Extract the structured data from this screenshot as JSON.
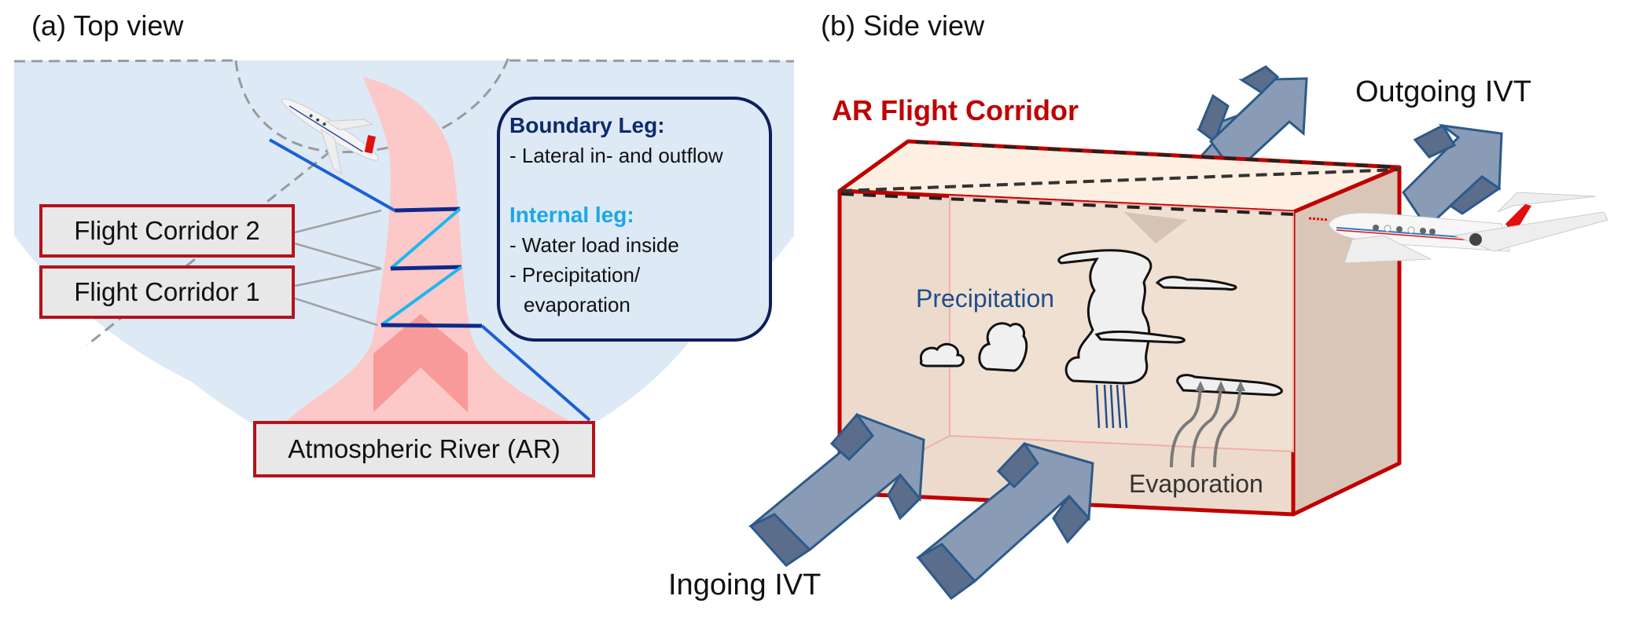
{
  "panels": {
    "top_view": {
      "title": "(a) Top view",
      "labels": {
        "flight_corridor_2": "Flight Corridor 2",
        "flight_corridor_1": "Flight Corridor 1",
        "atmospheric_river": "Atmospheric River (AR)"
      },
      "legend": {
        "boundary_heading": "Boundary Leg:",
        "boundary_items": [
          "- Lateral in- and outflow"
        ],
        "internal_heading": "Internal leg:",
        "internal_items": [
          "- Water load inside",
          "- Precipitation/",
          "evaporation"
        ]
      },
      "icons": [
        "aircraft-icon",
        "ar-direction-chevron-icon"
      ]
    },
    "side_view": {
      "title": "(b) Side view",
      "corridor_label": "AR Flight Corridor",
      "precipitation_label": "Precipitation",
      "evaporation_label": "Evaporation",
      "ingoing_label": "Ingoing IVT",
      "outgoing_label": "Outgoing IVT",
      "icons": [
        "aircraft-icon",
        "cloud-icon",
        "ivt-arrow-icon",
        "evaporation-arrow-icon",
        "rain-icon"
      ]
    }
  },
  "colors": {
    "sky": "#dde9f5",
    "ar": "#fcc8c8",
    "chevron": "#f99a9a",
    "boundary_leg": "#1a5fd6",
    "boundary_leg_dark": "#0d2a8a",
    "internal_leg": "#1ab8f0",
    "box_border": "#c00000",
    "corridor_title": "#c00000",
    "precip_text": "#1f4e8c",
    "arrow_fill": "#8a9cb5",
    "arrow_dark": "#5a6e8c",
    "arrow_stroke": "#2d5a8a"
  }
}
